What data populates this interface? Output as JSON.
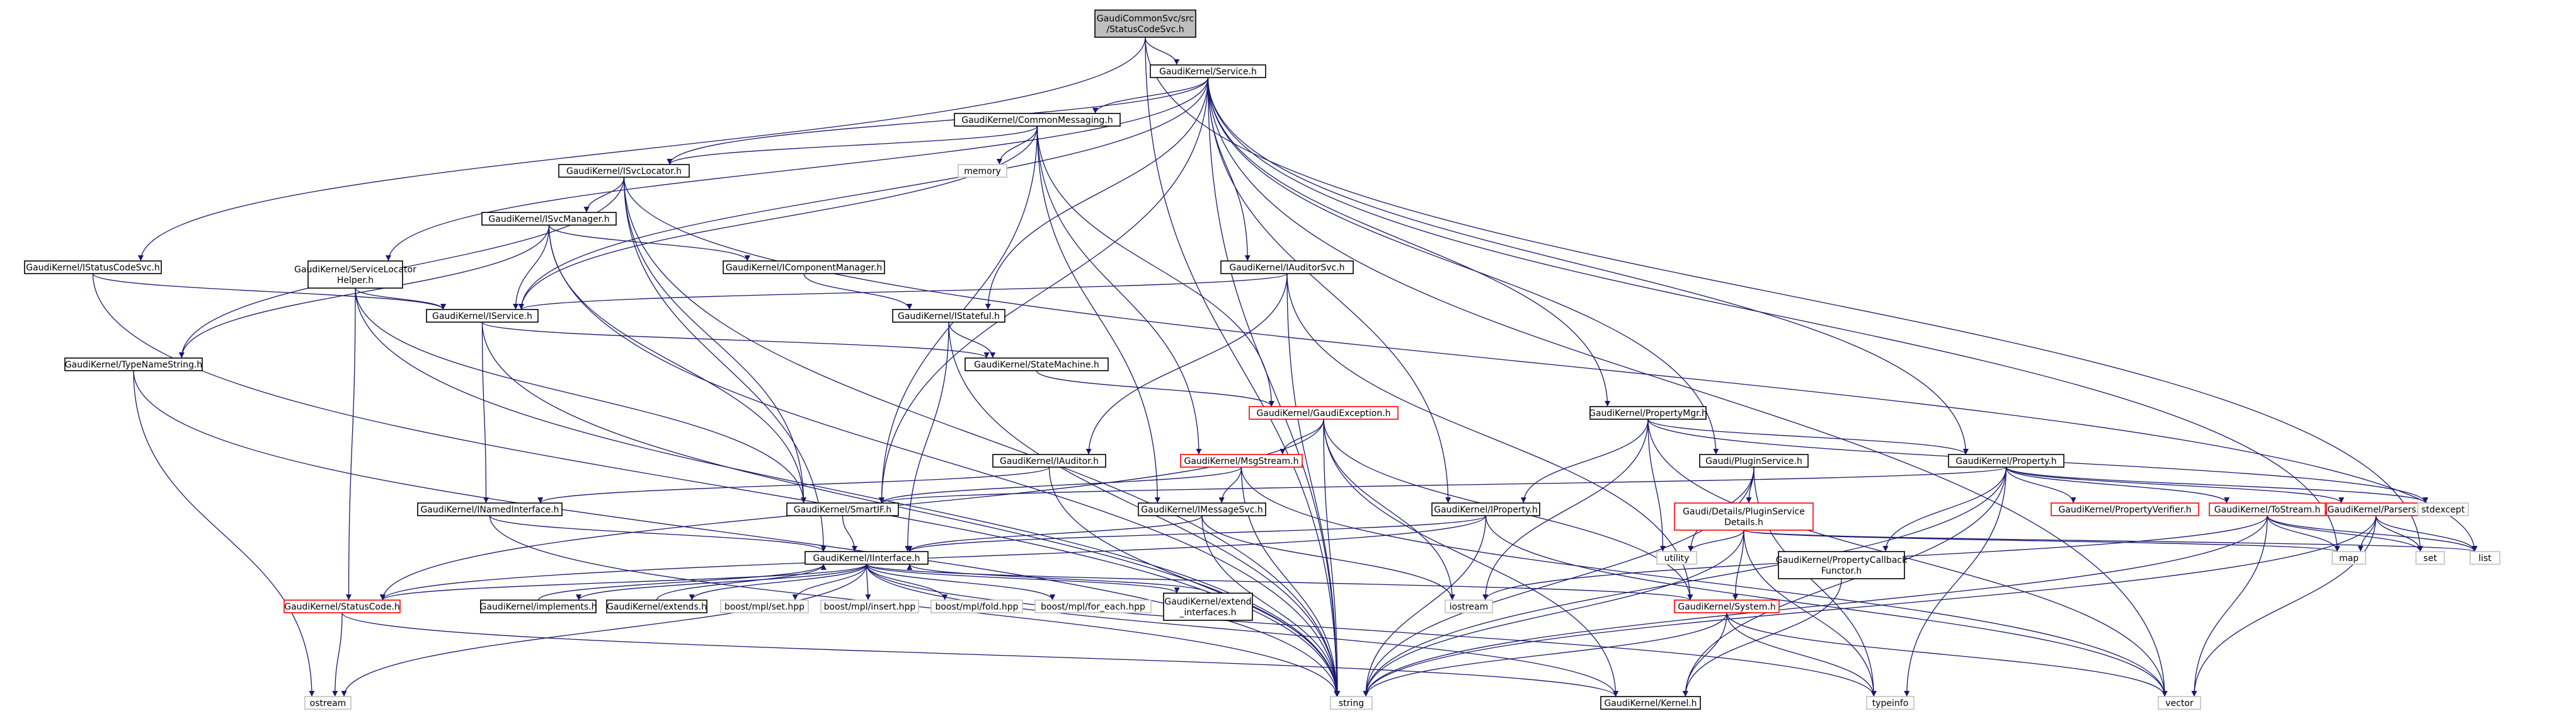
{
  "colors": {
    "edge": "#191970",
    "node_border": "#000000",
    "node_text": "#000000",
    "root_fill": "#bfbfbf",
    "incomplete_border": "#ff0000",
    "system_header_border": "#bfbfbf"
  },
  "nodes": [
    {
      "id": "root",
      "lines": [
        "GaudiCommonSvc/src",
        "/StatusCodeSvc.h"
      ],
      "style": "root"
    },
    {
      "id": "service",
      "lines": [
        "GaudiKernel/Service.h"
      ],
      "style": "normal"
    },
    {
      "id": "cm",
      "lines": [
        "GaudiKernel/CommonMessaging.h"
      ],
      "style": "normal"
    },
    {
      "id": "isvcloc",
      "lines": [
        "GaudiKernel/ISvcLocator.h"
      ],
      "style": "normal"
    },
    {
      "id": "isvcmgr",
      "lines": [
        "GaudiKernel/ISvcManager.h"
      ],
      "style": "normal"
    },
    {
      "id": "slh",
      "lines": [
        "GaudiKernel/ServiceLocator",
        "Helper.h"
      ],
      "style": "normal"
    },
    {
      "id": "iscsvc",
      "lines": [
        "GaudiKernel/IStatusCodeSvc.h"
      ],
      "style": "normal"
    },
    {
      "id": "icm",
      "lines": [
        "GaudiKernel/IComponentManager.h"
      ],
      "style": "normal"
    },
    {
      "id": "iservice",
      "lines": [
        "GaudiKernel/IService.h"
      ],
      "style": "normal"
    },
    {
      "id": "istateful",
      "lines": [
        "GaudiKernel/IStateful.h"
      ],
      "style": "normal"
    },
    {
      "id": "iauditorsvc",
      "lines": [
        "GaudiKernel/IAuditorSvc.h"
      ],
      "style": "normal"
    },
    {
      "id": "tns",
      "lines": [
        "GaudiKernel/TypeNameString.h"
      ],
      "style": "normal"
    },
    {
      "id": "sm",
      "lines": [
        "GaudiKernel/StateMachine.h"
      ],
      "style": "normal"
    },
    {
      "id": "ge",
      "lines": [
        "GaudiKernel/GaudiException.h"
      ],
      "style": "incomplete"
    },
    {
      "id": "iauditor",
      "lines": [
        "GaudiKernel/IAuditor.h"
      ],
      "style": "normal"
    },
    {
      "id": "msgstream",
      "lines": [
        "GaudiKernel/MsgStream.h"
      ],
      "style": "incomplete"
    },
    {
      "id": "ini",
      "lines": [
        "GaudiKernel/INamedInterface.h"
      ],
      "style": "normal"
    },
    {
      "id": "smartif",
      "lines": [
        "GaudiKernel/SmartIF.h"
      ],
      "style": "normal"
    },
    {
      "id": "imsgsvc",
      "lines": [
        "GaudiKernel/IMessageSvc.h"
      ],
      "style": "normal"
    },
    {
      "id": "iproperty",
      "lines": [
        "GaudiKernel/IProperty.h"
      ],
      "style": "normal"
    },
    {
      "id": "pmgr",
      "lines": [
        "GaudiKernel/PropertyMgr.h"
      ],
      "style": "normal"
    },
    {
      "id": "psvc",
      "lines": [
        "Gaudi/PluginService.h"
      ],
      "style": "normal"
    },
    {
      "id": "psd",
      "lines": [
        "Gaudi/Details/PluginService",
        "Details.h"
      ],
      "style": "incomplete"
    },
    {
      "id": "property",
      "lines": [
        "GaudiKernel/Property.h"
      ],
      "style": "normal"
    },
    {
      "id": "pverif",
      "lines": [
        "GaudiKernel/PropertyVerifier.h"
      ],
      "style": "incomplete"
    },
    {
      "id": "tostream",
      "lines": [
        "GaudiKernel/ToStream.h"
      ],
      "style": "incomplete"
    },
    {
      "id": "parsers",
      "lines": [
        "GaudiKernel/Parsers.h"
      ],
      "style": "incomplete"
    },
    {
      "id": "pcf",
      "lines": [
        "GaudiKernel/PropertyCallback",
        "Functor.h"
      ],
      "style": "normal"
    },
    {
      "id": "iinterface",
      "lines": [
        "GaudiKernel/IInterface.h"
      ],
      "style": "normal"
    },
    {
      "id": "statuscode",
      "lines": [
        "GaudiKernel/StatusCode.h"
      ],
      "style": "incomplete"
    },
    {
      "id": "implements",
      "lines": [
        "GaudiKernel/implements.h"
      ],
      "style": "normal"
    },
    {
      "id": "extends",
      "lines": [
        "GaudiKernel/extends.h"
      ],
      "style": "normal"
    },
    {
      "id": "bset",
      "lines": [
        "boost/mpl/set.hpp"
      ],
      "style": "system"
    },
    {
      "id": "binsert",
      "lines": [
        "boost/mpl/insert.hpp"
      ],
      "style": "system"
    },
    {
      "id": "bfold",
      "lines": [
        "boost/mpl/fold.hpp"
      ],
      "style": "system"
    },
    {
      "id": "bforeach",
      "lines": [
        "boost/mpl/for_each.hpp"
      ],
      "style": "system"
    },
    {
      "id": "extendi",
      "lines": [
        "GaudiKernel/extend",
        "_interfaces.h"
      ],
      "style": "normal"
    },
    {
      "id": "system",
      "lines": [
        "GaudiKernel/System.h"
      ],
      "style": "incomplete"
    },
    {
      "id": "kernel",
      "lines": [
        "GaudiKernel/Kernel.h"
      ],
      "style": "normal"
    },
    {
      "id": "memory",
      "lines": [
        "memory"
      ],
      "style": "system"
    },
    {
      "id": "iostream",
      "lines": [
        "iostream"
      ],
      "style": "system"
    },
    {
      "id": "utility",
      "lines": [
        "utility"
      ],
      "style": "system"
    },
    {
      "id": "stdexcept",
      "lines": [
        "stdexcept"
      ],
      "style": "system"
    },
    {
      "id": "map",
      "lines": [
        "map"
      ],
      "style": "system"
    },
    {
      "id": "set",
      "lines": [
        "set"
      ],
      "style": "system"
    },
    {
      "id": "list",
      "lines": [
        "list"
      ],
      "style": "system"
    },
    {
      "id": "vector",
      "lines": [
        "vector"
      ],
      "style": "system"
    },
    {
      "id": "typeinfo",
      "lines": [
        "typeinfo"
      ],
      "style": "system"
    },
    {
      "id": "string",
      "lines": [
        "string"
      ],
      "style": "system"
    },
    {
      "id": "ostream",
      "lines": [
        "ostream"
      ],
      "style": "system"
    }
  ],
  "edges": [
    [
      "root",
      "service"
    ],
    [
      "root",
      "iscsvc"
    ],
    [
      "root",
      "string"
    ],
    [
      "root",
      "set"
    ],
    [
      "service",
      "cm"
    ],
    [
      "service",
      "isvcloc"
    ],
    [
      "service",
      "iservice"
    ],
    [
      "service",
      "slh"
    ],
    [
      "service",
      "istateful"
    ],
    [
      "service",
      "iauditorsvc"
    ],
    [
      "service",
      "smartif"
    ],
    [
      "service",
      "iproperty"
    ],
    [
      "service",
      "pmgr"
    ],
    [
      "service",
      "psvc"
    ],
    [
      "service",
      "property"
    ],
    [
      "service",
      "vector"
    ],
    [
      "service",
      "map"
    ],
    [
      "service",
      "string"
    ],
    [
      "cm",
      "memory"
    ],
    [
      "cm",
      "isvcloc"
    ],
    [
      "cm",
      "iservice"
    ],
    [
      "cm",
      "smartif"
    ],
    [
      "cm",
      "msgstream"
    ],
    [
      "cm",
      "imsgsvc"
    ],
    [
      "cm",
      "ge"
    ],
    [
      "isvcloc",
      "isvcmgr"
    ],
    [
      "isvcloc",
      "smartif"
    ],
    [
      "isvcloc",
      "iinterface"
    ],
    [
      "isvcloc",
      "tns"
    ],
    [
      "isvcloc",
      "string"
    ],
    [
      "isvcloc",
      "list"
    ],
    [
      "isvcmgr",
      "icm"
    ],
    [
      "isvcmgr",
      "iservice"
    ],
    [
      "isvcmgr",
      "tns"
    ],
    [
      "isvcmgr",
      "smartif"
    ],
    [
      "isvcmgr",
      "string"
    ],
    [
      "slh",
      "iservice"
    ],
    [
      "slh",
      "smartif"
    ],
    [
      "slh",
      "statuscode"
    ],
    [
      "slh",
      "string"
    ],
    [
      "iscsvc",
      "iservice"
    ],
    [
      "iscsvc",
      "string"
    ],
    [
      "icm",
      "istateful"
    ],
    [
      "iservice",
      "ini"
    ],
    [
      "iservice",
      "sm"
    ],
    [
      "iservice",
      "string"
    ],
    [
      "istateful",
      "sm"
    ],
    [
      "istateful",
      "iinterface"
    ],
    [
      "istateful",
      "string"
    ],
    [
      "iauditorsvc",
      "iservice"
    ],
    [
      "iauditorsvc",
      "iauditor"
    ],
    [
      "iauditorsvc",
      "system"
    ],
    [
      "iauditorsvc",
      "string"
    ],
    [
      "tns",
      "ostream"
    ],
    [
      "tns",
      "string"
    ],
    [
      "sm",
      "ge"
    ],
    [
      "ge",
      "msgstream"
    ],
    [
      "ge",
      "statuscode"
    ],
    [
      "ge",
      "system"
    ],
    [
      "ge",
      "kernel"
    ],
    [
      "ge",
      "string"
    ],
    [
      "ge",
      "iostream"
    ],
    [
      "iauditor",
      "ini"
    ],
    [
      "iauditor",
      "string"
    ],
    [
      "msgstream",
      "imsgsvc"
    ],
    [
      "msgstream",
      "smartif"
    ],
    [
      "msgstream",
      "vector"
    ],
    [
      "msgstream",
      "string"
    ],
    [
      "ini",
      "iinterface"
    ],
    [
      "ini",
      "string"
    ],
    [
      "smartif",
      "iinterface"
    ],
    [
      "imsgsvc",
      "iinterface"
    ],
    [
      "imsgsvc",
      "iostream"
    ],
    [
      "imsgsvc",
      "string"
    ],
    [
      "iproperty",
      "iinterface"
    ],
    [
      "iproperty",
      "statuscode"
    ],
    [
      "iproperty",
      "string"
    ],
    [
      "iproperty",
      "vector"
    ],
    [
      "pmgr",
      "iproperty"
    ],
    [
      "pmgr",
      "property"
    ],
    [
      "pmgr",
      "stdexcept"
    ],
    [
      "pmgr",
      "utility"
    ],
    [
      "pmgr",
      "iostream"
    ],
    [
      "pmgr",
      "vector"
    ],
    [
      "psvc",
      "psd"
    ],
    [
      "psvc",
      "string"
    ],
    [
      "psvc",
      "typeinfo"
    ],
    [
      "psvc",
      "utility"
    ],
    [
      "psd",
      "utility"
    ],
    [
      "psd",
      "typeinfo"
    ],
    [
      "psd",
      "string"
    ],
    [
      "psd",
      "map"
    ],
    [
      "psd",
      "list"
    ],
    [
      "psd",
      "system"
    ],
    [
      "property",
      "pverif"
    ],
    [
      "property",
      "tostream"
    ],
    [
      "property",
      "parsers"
    ],
    [
      "property",
      "pcf"
    ],
    [
      "property",
      "kernel"
    ],
    [
      "property",
      "smartif"
    ],
    [
      "property",
      "string"
    ],
    [
      "property",
      "stdexcept"
    ],
    [
      "property",
      "typeinfo"
    ],
    [
      "tostream",
      "iostream"
    ],
    [
      "tostream",
      "list"
    ],
    [
      "tostream",
      "map"
    ],
    [
      "tostream",
      "set"
    ],
    [
      "tostream",
      "vector"
    ],
    [
      "tostream",
      "string"
    ],
    [
      "parsers",
      "list"
    ],
    [
      "parsers",
      "map"
    ],
    [
      "parsers",
      "set"
    ],
    [
      "parsers",
      "vector"
    ],
    [
      "parsers",
      "string"
    ],
    [
      "pcf",
      "kernel"
    ],
    [
      "iinterface",
      "statuscode"
    ],
    [
      "iinterface",
      "implements"
    ],
    [
      "iinterface",
      "extends"
    ],
    [
      "iinterface",
      "bset"
    ],
    [
      "iinterface",
      "binsert"
    ],
    [
      "iinterface",
      "bfold"
    ],
    [
      "iinterface",
      "bforeach"
    ],
    [
      "iinterface",
      "extendi"
    ],
    [
      "iinterface",
      "system"
    ],
    [
      "iinterface",
      "kernel"
    ],
    [
      "iinterface",
      "typeinfo"
    ],
    [
      "iinterface",
      "ostream"
    ],
    [
      "statuscode",
      "ostream"
    ],
    [
      "statuscode",
      "kernel"
    ],
    [
      "implements",
      "iinterface"
    ],
    [
      "extends",
      "iinterface"
    ],
    [
      "extendi",
      "iinterface"
    ],
    [
      "system",
      "kernel"
    ],
    [
      "system",
      "typeinfo"
    ],
    [
      "system",
      "string"
    ],
    [
      "system",
      "vector"
    ]
  ]
}
